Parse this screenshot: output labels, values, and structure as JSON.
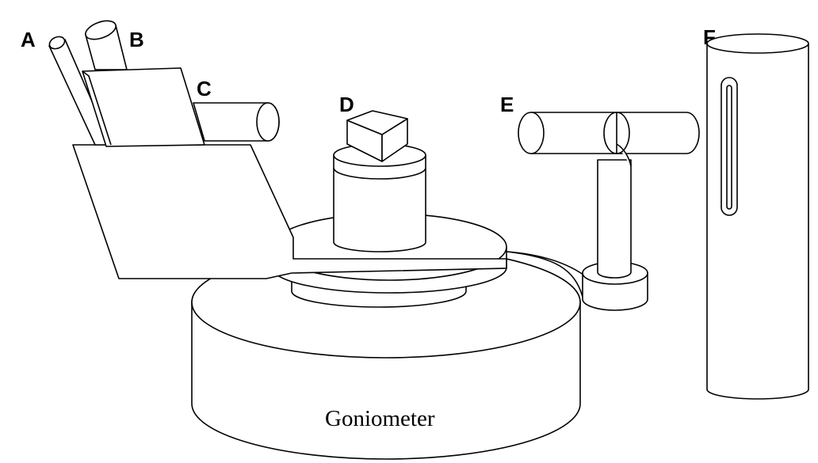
{
  "labels": {
    "a": "A",
    "b": "B",
    "c": "C",
    "d": "D",
    "e": "E",
    "f": "F"
  },
  "main_label": "Goniometer",
  "colors": {
    "stroke": "#000000",
    "fill": "#ffffff"
  }
}
